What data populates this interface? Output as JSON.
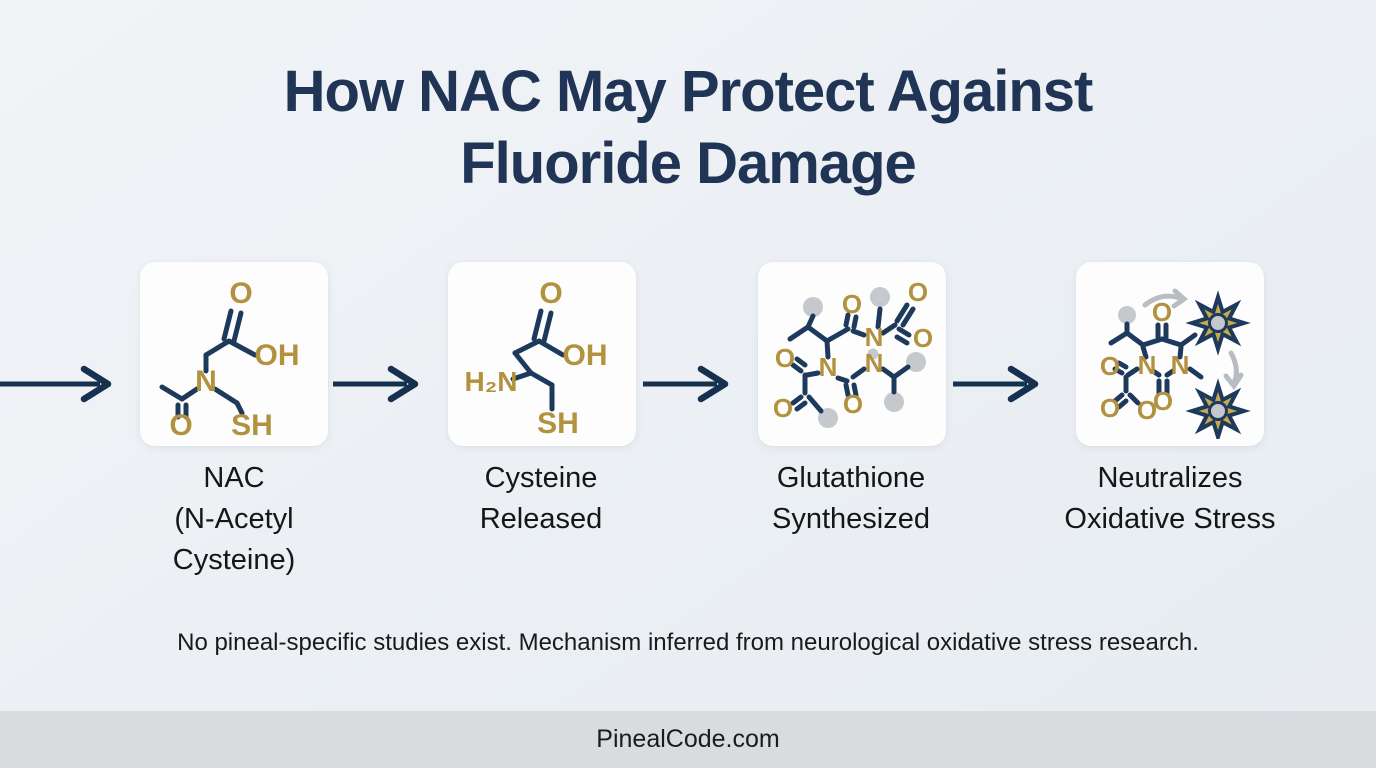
{
  "title": {
    "text": "How NAC May Protect Against\nFluoride Damage"
  },
  "colors": {
    "title_navy": "#203455",
    "bond_navy": "#1d3a5c",
    "arrow_navy": "#16304f",
    "atom_gold": "#b3923f",
    "star_gold": "#c9a84c",
    "gray_atom": "#c5c8cc",
    "gray_arrow": "#b9bdc2",
    "background": "#edf1f5",
    "card_background": "#fdfdfe",
    "footer_band": "#d9dcdf",
    "label_text": "#161616"
  },
  "icons": {
    "flow_arrow": "right-arrow",
    "radical": "eight-point-starburst",
    "reaction_arrow": "curved-gray-arrow"
  },
  "steps": [
    {
      "name": "nac",
      "label": "NAC\n(N-Acetyl\nCysteine)",
      "molecule": "N-acetyl cysteine structure",
      "atoms": {
        "o_top": "O",
        "oh": "OH",
        "n": "N",
        "o_left": "O",
        "sh": "SH"
      }
    },
    {
      "name": "cysteine",
      "label": "Cysteine\nReleased",
      "molecule": "cysteine structure",
      "atoms": {
        "o_top": "O",
        "oh": "OH",
        "h2n": "H₂N",
        "sh": "SH"
      }
    },
    {
      "name": "glutathione",
      "label": "Glutathione\nSynthesized",
      "molecule": "glutathione tripeptide structure",
      "atoms": {
        "o_top": "O",
        "o_tr": "O",
        "o_r": "O",
        "o_l": "O",
        "o_bl": "O",
        "o_b": "O",
        "n1": "N",
        "n2": "N",
        "n3": "N"
      }
    },
    {
      "name": "oxidative-stress",
      "label": "Neutralizes\nOxidative Stress",
      "molecule": "glutathione neutralizing radicals",
      "atoms": {
        "o_top": "O",
        "o_l": "O",
        "o_bl": "O",
        "o_b": "O",
        "o_c": "O",
        "n1": "N",
        "n2": "N"
      }
    }
  ],
  "footnote": "No pineal-specific studies exist. Mechanism inferred from neurological oxidative stress research.",
  "footer": {
    "site": "PinealCode.com"
  }
}
